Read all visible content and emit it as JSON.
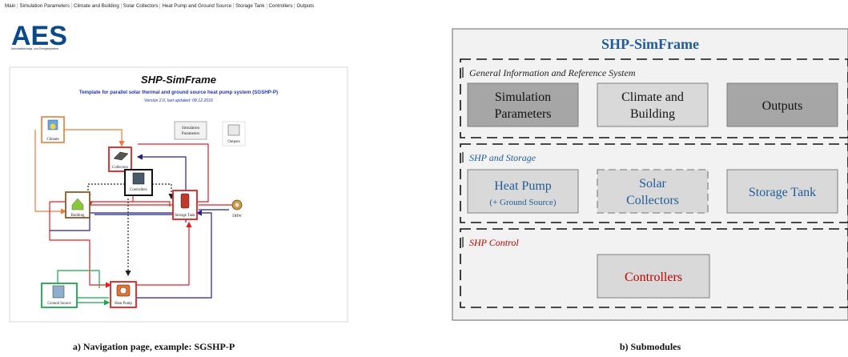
{
  "tabs": [
    "Main",
    "Simulation Parameters",
    "Climate and Building",
    "Solar Collectors",
    "Heat Pump and Ground Source",
    "Storage Tank",
    "Controllers",
    "Outputs"
  ],
  "logo": {
    "text": "AES",
    "subtitle": "Automatisierungs- und Energiesysteme",
    "color": "#0b4a8a"
  },
  "nav": {
    "title": "SHP-SimFrame",
    "subtitle": "Template for parallel solar thermal and ground source heat pump system (SGSHP-P)",
    "version": "Version 2.0, last updated: 08.12.2016",
    "blocks": {
      "climate": "Climate",
      "sim_params_1": "Simulation",
      "sim_params_2": "Parameters",
      "outputs": "Outputs",
      "collectors": "Collectors",
      "controllers": "Controllers",
      "building": "Building",
      "storage": "Storage Tank",
      "dhw": "DHW",
      "ground": "Ground Source",
      "heatpump": "Heat Pump"
    }
  },
  "captions": {
    "a": "a) Navigation page, example: SGSHP-P",
    "b": "b) Submodules"
  },
  "sub": {
    "title": "SHP-SimFrame",
    "sections": {
      "general": "General Information and Reference System",
      "shp_storage": "SHP and Storage",
      "shp_control": "SHP Control"
    },
    "boxes": {
      "sim_1": "Simulation",
      "sim_2": "Parameters",
      "climate_1": "Climate and",
      "climate_2": "Building",
      "outputs": "Outputs",
      "hp_1": "Heat Pump",
      "hp_2": "(+ Ground Source)",
      "solar_1": "Solar",
      "solar_2": "Collectors",
      "storage": "Storage Tank",
      "controllers": "Controllers"
    }
  },
  "colors": {
    "climate_border": "#e87d3c",
    "red": "#e02020",
    "blue": "#26228a",
    "green": "#18a84a",
    "building_border": "#8b5a2b",
    "dark_box": "#a6a6a6",
    "light_box": "#d9d9d9",
    "title_blue": "#1f5c99",
    "control_red": "#c00000"
  }
}
